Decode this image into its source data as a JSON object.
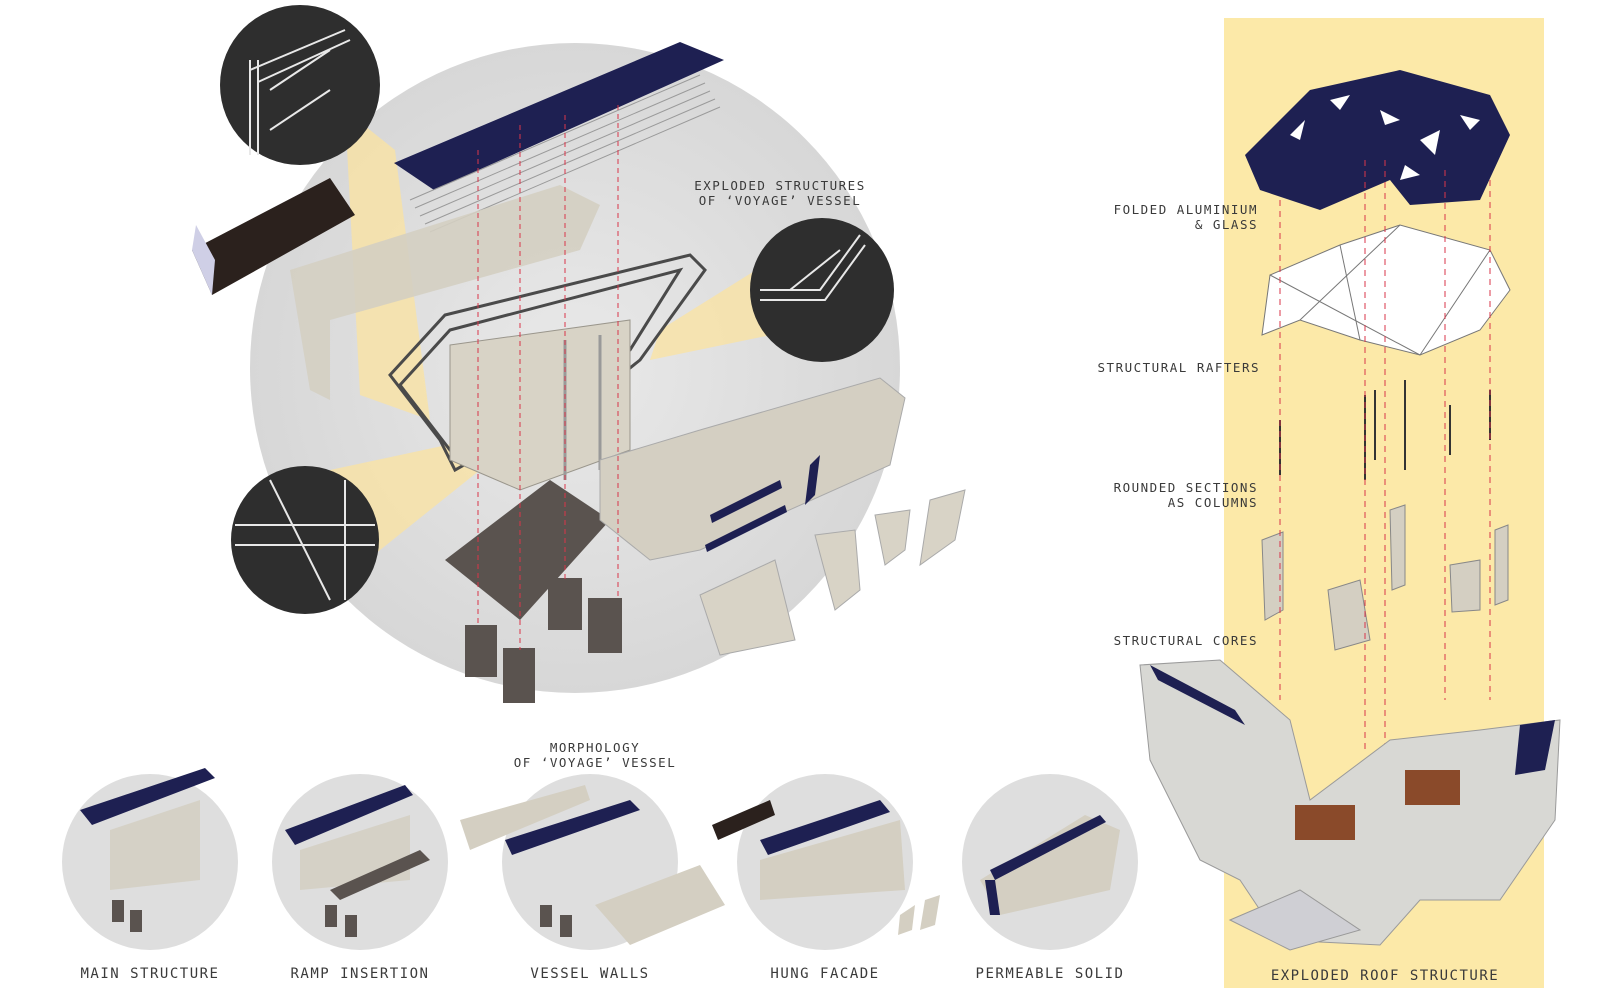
{
  "main_title": {
    "line1": "EXPLODED STRUCTURES",
    "line2": "OF ‘VOYAGE’ VESSEL"
  },
  "morphology_title": {
    "line1": "MORPHOLOGY",
    "line2": "OF ‘VOYAGE’ VESSEL"
  },
  "morphology_steps": [
    {
      "label": "MAIN STRUCTURE"
    },
    {
      "label": "RAMP INSERTION"
    },
    {
      "label": "VESSEL WALLS"
    },
    {
      "label": "HUNG FACADE"
    },
    {
      "label": "PERMEABLE SOLID"
    }
  ],
  "roof_panel": {
    "caption": "EXPLODED ROOF STRUCTURE",
    "layers": [
      {
        "line1": "FOLDED ALUMINIUM",
        "line2": "& GLASS"
      },
      {
        "line1": "STRUCTURAL RAFTERS",
        "line2": ""
      },
      {
        "line1": "ROUNDED SECTIONS",
        "line2": "AS COLUMNS"
      },
      {
        "line1": "STRUCTURAL CORES",
        "line2": ""
      }
    ]
  },
  "colors": {
    "navy_roof": "#1e2052",
    "concrete": "#d4cfc2",
    "dark_core": "#5a534f",
    "highlight_yellow": "#fce9a8",
    "detail_circle": "#2e2e2e",
    "axis_red": "#d9364a"
  }
}
